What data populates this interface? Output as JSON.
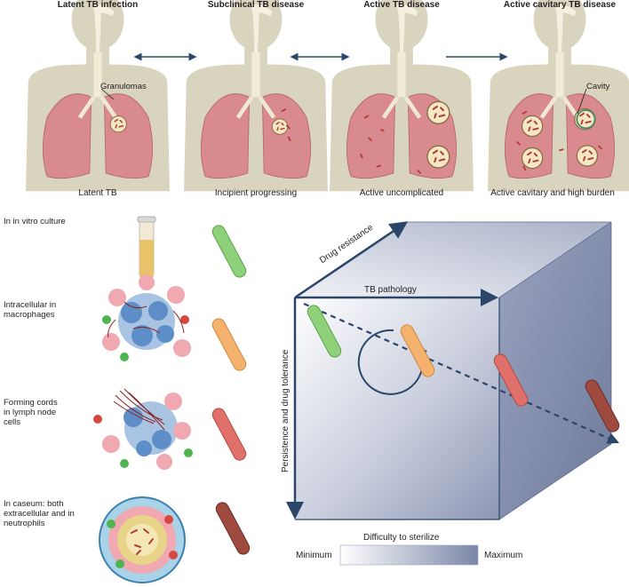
{
  "stages": [
    {
      "title": "Latent TB infection",
      "caption": "Latent TB"
    },
    {
      "title": "Subclinical TB disease",
      "caption": "Incipient progressing"
    },
    {
      "title": "Active TB disease",
      "caption": "Active uncomplicated"
    },
    {
      "title": "Active cavitary TB disease",
      "caption": "Active cavitary and high burden"
    }
  ],
  "callouts": {
    "granulomas": "Granulomas",
    "cavity": "Cavity"
  },
  "conditions": [
    {
      "label": "In in vitro culture",
      "bacillus_color": "#8fd17a"
    },
    {
      "label": "Intracellular in macrophages",
      "bacillus_color": "#f5b26e"
    },
    {
      "label": "Forming cords in lymph node cells",
      "bacillus_color": "#e0706a"
    },
    {
      "label": "In caseum: both extracellular and in neutrophils",
      "bacillus_color": "#9e4a3e"
    }
  ],
  "cube": {
    "axis_drug_resistance": "Drug resistance",
    "axis_tb_pathology": "TB pathology",
    "axis_persistence": "Persistence and drug tolerance"
  },
  "legend": {
    "title": "Difficulty to sterilize",
    "min_label": "Minimum",
    "max_label": "Maximum"
  },
  "colors": {
    "body": "#d9d4bd",
    "lung": "#d98a8e",
    "axis": "#2b4669",
    "cube_dark": "#7b87a8"
  }
}
